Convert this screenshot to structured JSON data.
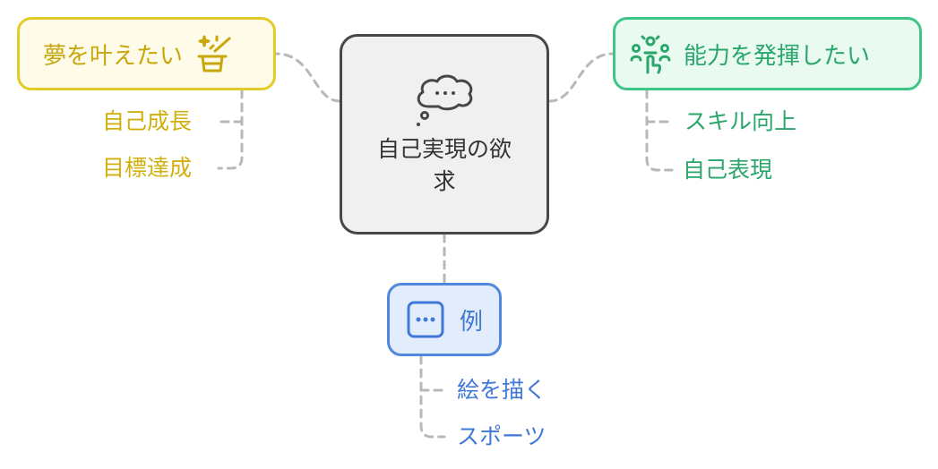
{
  "center": {
    "label": "自己実現の欲求",
    "icon": "thought-bubble-icon"
  },
  "branches": [
    {
      "key": "dream",
      "label": "夢を叶えたい",
      "icon": "magic-hat-icon",
      "color": "#e3cc2a",
      "items": [
        "自己成長",
        "目標達成"
      ]
    },
    {
      "key": "ability",
      "label": "能力を発揮したい",
      "icon": "people-network-icon",
      "color": "#3fc587",
      "items": [
        "スキル向上",
        "自己表現"
      ]
    },
    {
      "key": "example",
      "label": "例",
      "icon": "more-dots-icon",
      "color": "#4f88dd",
      "items": [
        "絵を描く",
        "スポーツ"
      ]
    }
  ]
}
